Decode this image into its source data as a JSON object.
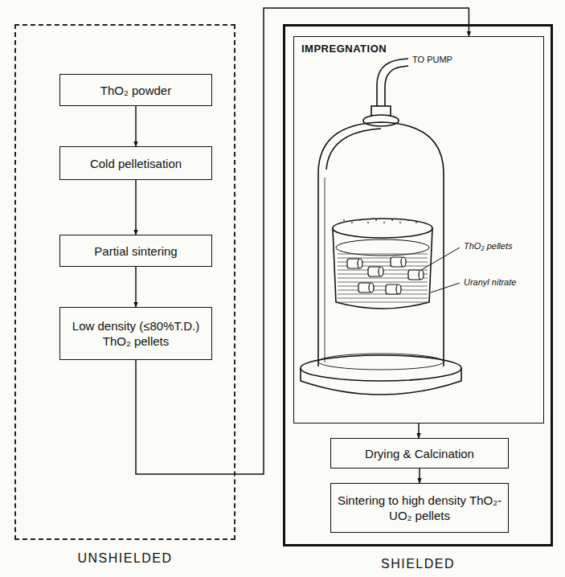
{
  "diagram": {
    "nodes": [
      {
        "text": [
          "UNSHIELDED"
        ]
      },
      {
        "text": [
          "ThO₂ powder"
        ],
        "in": 0
      },
      {
        "text": [
          "Cold pelletisation"
        ],
        "in": 0
      },
      {
        "text": [
          "Partial sintering"
        ],
        "in": 0
      },
      {
        "text": [
          "Low density (≤80%T.D.) ThO₂ pellets"
        ],
        "in": 0
      },
      {
        "text": [
          "SHIELDED"
        ]
      },
      {
        "text": [
          "IMPREGNATION"
        ],
        "in": 5
      },
      {
        "text": [
          "Drying & Calcination"
        ],
        "in": 5
      },
      {
        "text": [
          "Sintering to high density ThO₂-UO₂ pellets"
        ],
        "in": 5
      }
    ],
    "edges": [
      {
        "from": 1,
        "to": 2,
        "arrow": "to"
      },
      {
        "from": 2,
        "to": 3,
        "arrow": "to"
      },
      {
        "from": 3,
        "to": 4,
        "arrow": "to"
      },
      {
        "from": 4,
        "to": 6,
        "arrow": "to"
      },
      {
        "from": 6,
        "to": 7,
        "arrow": "to"
      },
      {
        "from": 7,
        "to": 8,
        "arrow": "to"
      }
    ],
    "labels": [
      "TO PUMP",
      "ThO₂ pellets",
      "Uranyl nitrate"
    ]
  }
}
